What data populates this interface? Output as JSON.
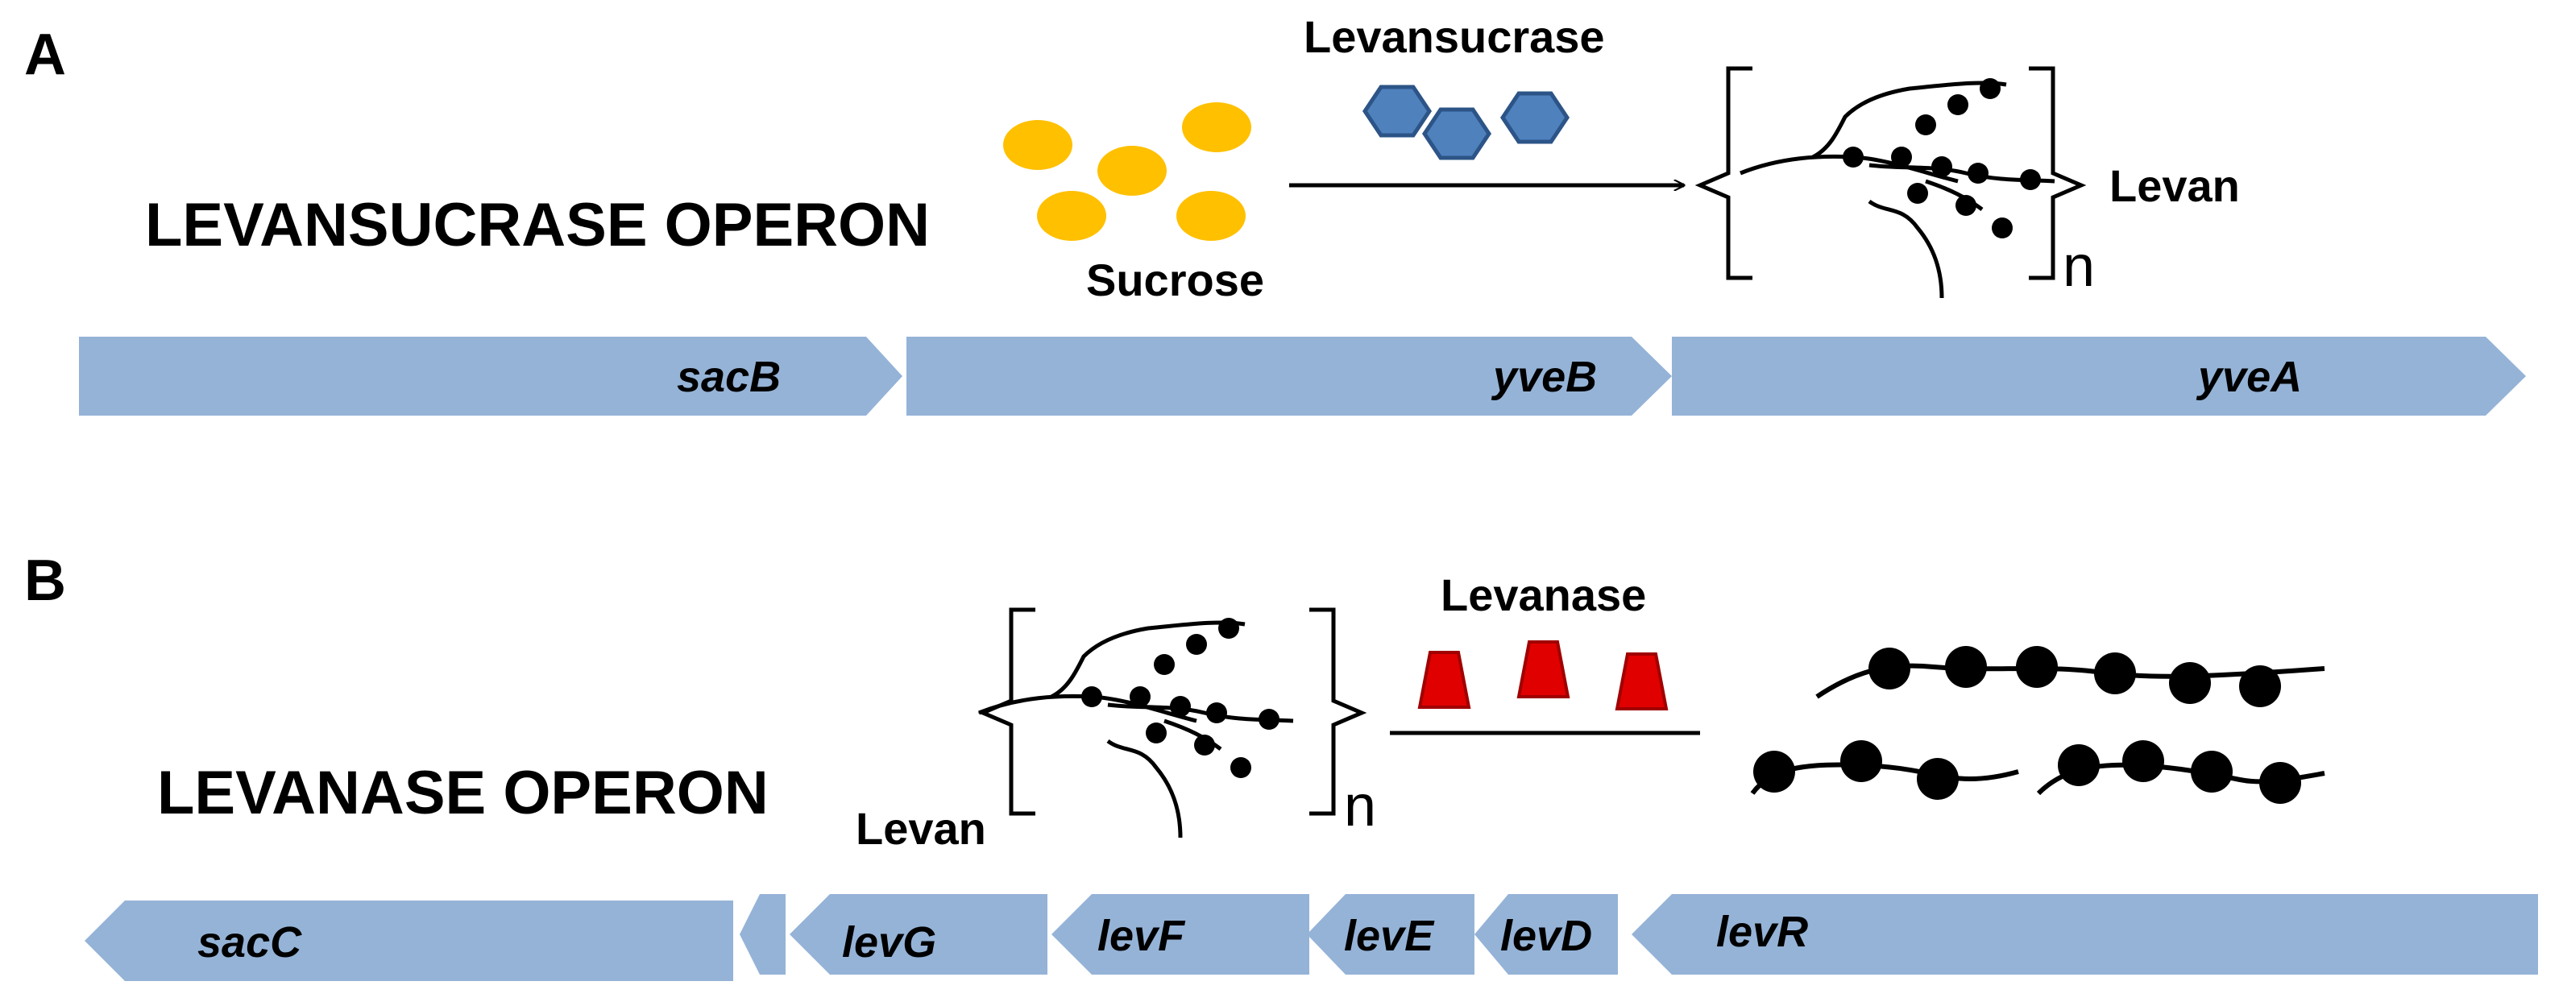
{
  "panel_a": {
    "letter": "A",
    "operon_title": "LEVANSUCRASE OPERON",
    "substrate_label": "Sucrose",
    "enzyme_label": "Levansucrase",
    "product_label": "Levan",
    "repeat_subscript": "n",
    "genes": [
      "sacB",
      "yveB",
      "yveA"
    ]
  },
  "panel_b": {
    "letter": "B",
    "operon_title": "LEVANASE OPERON",
    "substrate_label": "Levan",
    "enzyme_label": "Levanase",
    "repeat_subscript": "n",
    "genes": [
      "sacC",
      "levG",
      "levF",
      "levE",
      "levD",
      "levR"
    ]
  },
  "colors": {
    "gene_arrow": "#95b3d7",
    "sucrose": "#ffc000",
    "levansucrase": "#4f81bd",
    "levansucrase_edge": "#2c5487",
    "levanase": "#e00000",
    "levanase_edge": "#a00000",
    "levan_unit": "#000000"
  },
  "icons": {
    "sucrose": "yellow-ellipse",
    "levansucrase": "blue-hexagon",
    "levanase": "red-trapezoid",
    "levan": "branched-chain-in-brackets",
    "fragments": "beaded-chain"
  }
}
